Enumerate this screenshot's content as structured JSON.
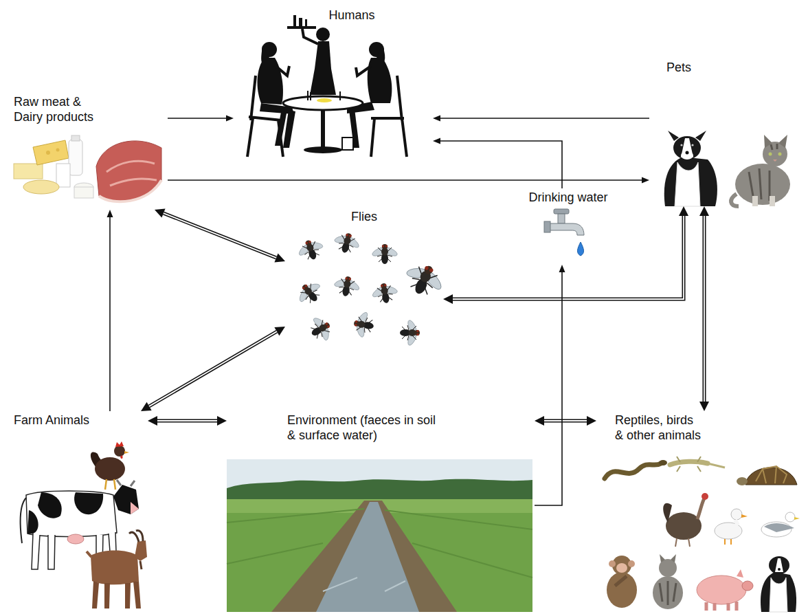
{
  "diagram": {
    "nodes": [
      {
        "text": [
          "Humans"
        ]
      },
      {
        "text": [
          "Raw meat & Dairy products"
        ]
      },
      {
        "text": [
          "Pets"
        ]
      },
      {
        "text": [
          "Drinking water"
        ]
      },
      {
        "text": [
          "Flies"
        ]
      },
      {
        "text": [
          "Farm Animals"
        ]
      },
      {
        "text": [
          "Environment (faeces in soil & surface water)"
        ]
      },
      {
        "text": [
          "Reptiles, birds & other animals"
        ]
      }
    ],
    "edges": [
      {
        "from": 1,
        "to": 0,
        "arrow": "to"
      },
      {
        "from": 2,
        "to": 0,
        "arrow": "to"
      },
      {
        "from": 3,
        "to": 0,
        "arrow": "to"
      },
      {
        "from": 1,
        "to": 2,
        "arrow": "to"
      },
      {
        "from": 1,
        "to": 4,
        "arrow": "both"
      },
      {
        "from": 4,
        "to": 2,
        "arrow": "both"
      },
      {
        "from": 2,
        "to": 7,
        "arrow": "both"
      },
      {
        "from": 4,
        "to": 5,
        "arrow": "both"
      },
      {
        "from": 5,
        "to": 1,
        "arrow": "to"
      },
      {
        "from": 5,
        "to": 6,
        "arrow": "both"
      },
      {
        "from": 6,
        "to": 7,
        "arrow": "both"
      },
      {
        "from": 6,
        "to": 3,
        "arrow": "to"
      }
    ]
  }
}
